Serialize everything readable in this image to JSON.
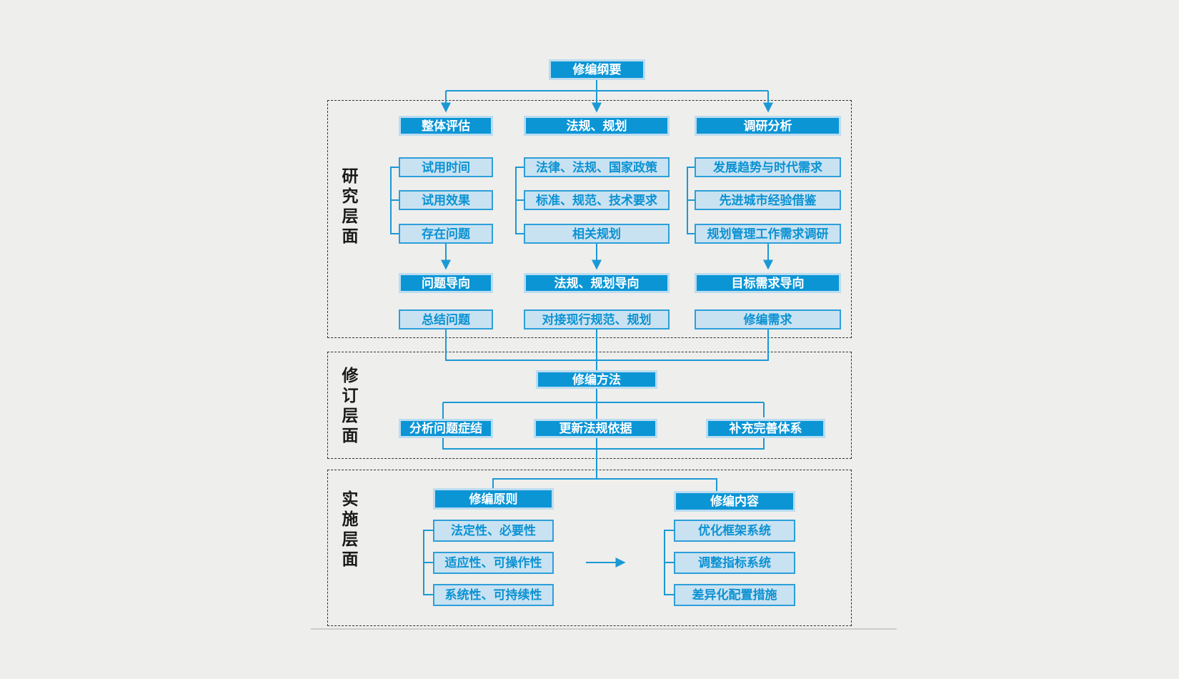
{
  "root_label": "修编纲要",
  "sections": [
    {
      "side_label": "研究层面",
      "columns": [
        {
          "header": "整体评估",
          "items": [
            "试用时间",
            "试用效果",
            "存在问题"
          ],
          "direction": "问题导向",
          "result": "总结问题"
        },
        {
          "header": "法规、规划",
          "items": [
            "法律、法规、国家政策",
            "标准、规范、技术要求",
            "相关规划"
          ],
          "direction": "法规、规划导向",
          "result": "对接现行规范、规划"
        },
        {
          "header": "调研分析",
          "items": [
            "发展趋势与时代需求",
            "先进城市经验借鉴",
            "规划管理工作需求调研"
          ],
          "direction": "目标需求导向",
          "result": "修编需求"
        }
      ]
    },
    {
      "side_label": "修订层面",
      "method": "修编方法",
      "branches": [
        "分析问题症结",
        "更新法规依据",
        "补充完善体系"
      ]
    },
    {
      "side_label": "实施层面",
      "groups": [
        {
          "header": "修编原则",
          "items": [
            "法定性、必要性",
            "适应性、可操作性",
            "系统性、可持续性"
          ]
        },
        {
          "header": "修编内容",
          "items": [
            "优化框架系统",
            "调整指标系统",
            "差异化配置措施"
          ]
        }
      ]
    }
  ],
  "colors": {
    "solid_fill": "#0b95d5",
    "glow": "#bcdcf0",
    "light_fill": "#c9e2f2",
    "light_border": "#2d9fd9",
    "light_text": "#0b92d3",
    "connector": "#1b99d5",
    "background": "#eeeeec",
    "section_border": "#333333",
    "baseline": "#cdcdcd",
    "side_label_text": "#1a1a1a"
  }
}
